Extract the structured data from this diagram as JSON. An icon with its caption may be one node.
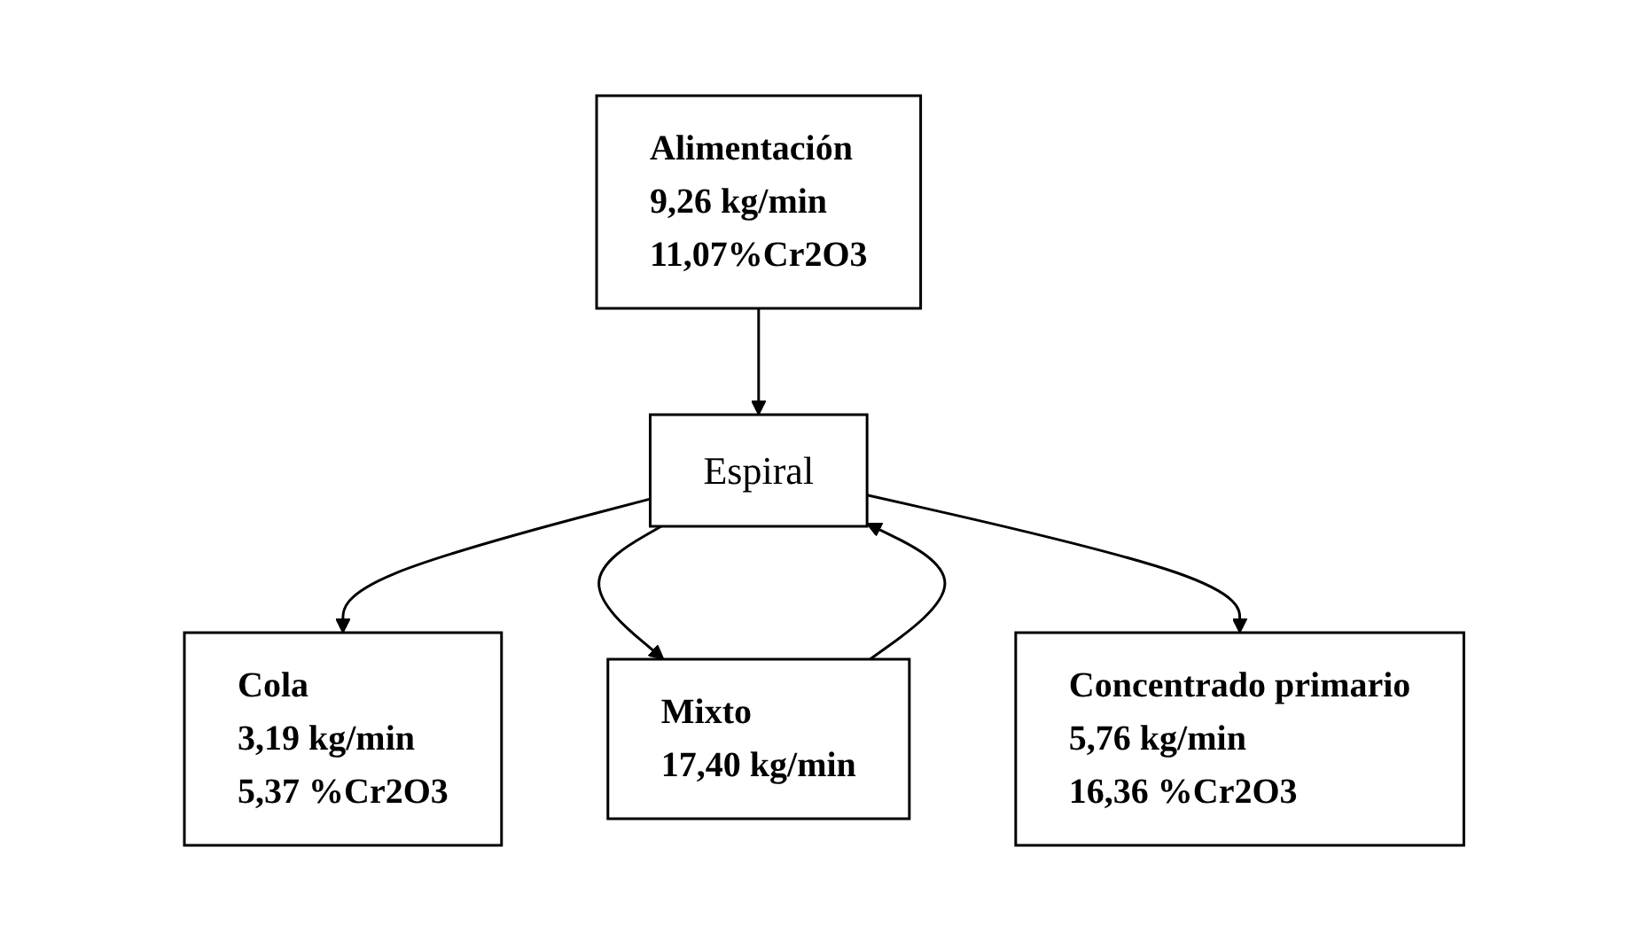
{
  "diagram": {
    "nodes": [
      {
        "text": [
          "Alimentación",
          "9,26 kg/min",
          "11,07%Cr2O3"
        ]
      },
      {
        "text": [
          "Mixto",
          "17,40 kg/min"
        ]
      },
      {
        "text": [
          "Cola",
          "3,19 kg/min",
          "5,37 %Cr2O3"
        ]
      },
      {
        "text": [
          "Espiral"
        ]
      },
      {
        "text": [
          "Concentrado primario",
          "5,76 kg/min",
          "16,36 %Cr2O3"
        ]
      }
    ],
    "edges": [
      {
        "from": 0,
        "to": 3,
        "arrow": "to"
      },
      {
        "from": 1,
        "to": 3,
        "arrow": "to"
      },
      {
        "from": 3,
        "to": 2,
        "arrow": "to"
      },
      {
        "from": 3,
        "to": 1,
        "arrow": "to"
      },
      {
        "from": 3,
        "to": 4,
        "arrow": "to"
      }
    ]
  }
}
